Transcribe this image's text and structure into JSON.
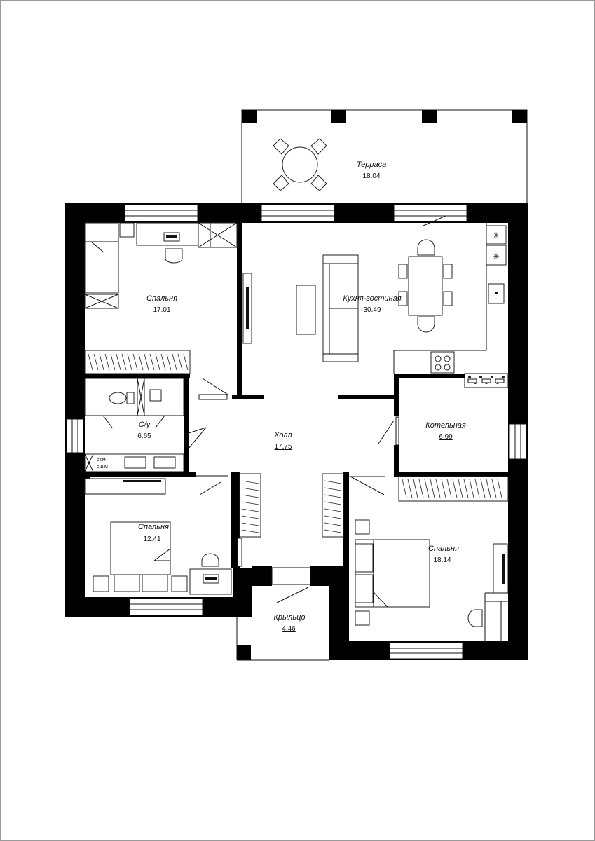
{
  "rooms": {
    "terrace": {
      "name": "Терраса",
      "area": "18.04"
    },
    "bedroom1": {
      "name": "Спальня",
      "area": "17.01"
    },
    "kitchen": {
      "name": "Кухня-гостиная",
      "area": "30.49"
    },
    "wc": {
      "name": "С/у",
      "area": "6.65"
    },
    "hall": {
      "name": "Холл",
      "area": "17.75"
    },
    "boiler": {
      "name": "Котельная",
      "area": "6.99"
    },
    "bedroom2": {
      "name": "Спальня",
      "area": "12.41"
    },
    "bedroom3": {
      "name": "Спальня",
      "area": "18.14"
    },
    "porch": {
      "name": "Крыльцо",
      "area": "4.46"
    }
  },
  "appliances": {
    "dryer_label": "сш.м",
    "washer_label": "ст.м"
  }
}
